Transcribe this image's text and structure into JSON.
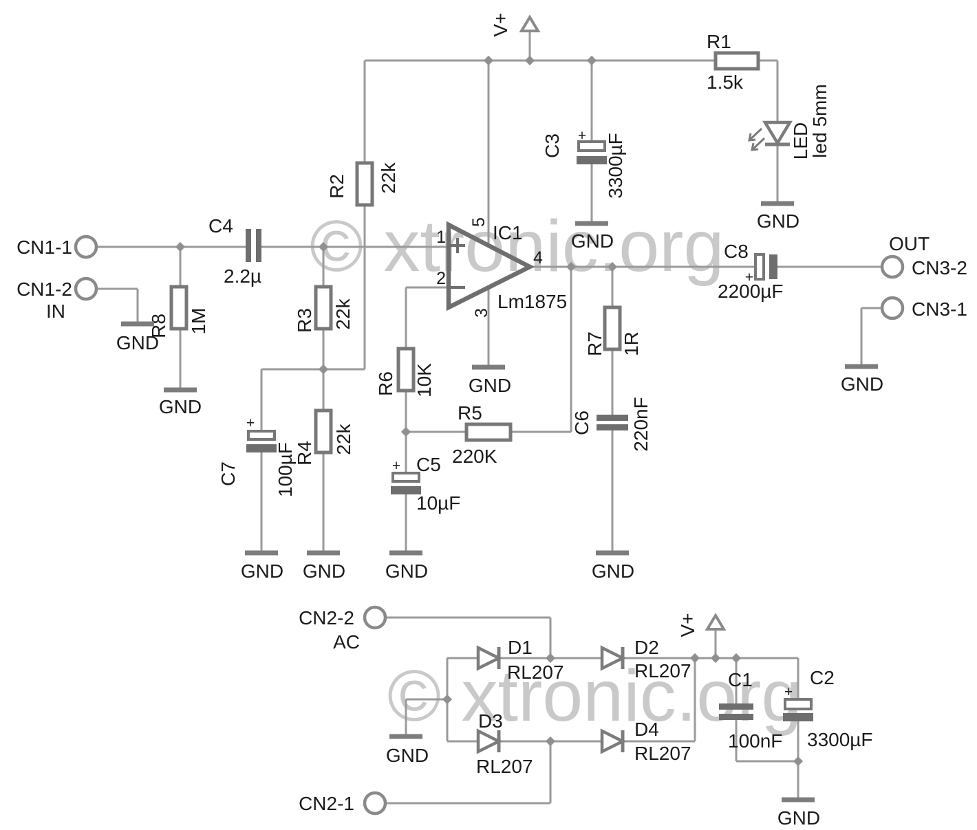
{
  "watermark": "© xtronic.org",
  "symbols": {
    "gnd": "GND",
    "vplus": "V+",
    "plus": "+"
  },
  "ic1": {
    "ref": "IC1",
    "part": "Lm1875",
    "pin1": "1",
    "pin2": "2",
    "pin3": "3",
    "pin4": "4",
    "pin5": "5"
  },
  "resistors": {
    "R1": {
      "ref": "R1",
      "value": "1.5k"
    },
    "R2": {
      "ref": "R2",
      "value": "22k"
    },
    "R3": {
      "ref": "R3",
      "value": "22k"
    },
    "R4": {
      "ref": "R4",
      "value": "22k"
    },
    "R5": {
      "ref": "R5",
      "value": "220K"
    },
    "R6": {
      "ref": "R6",
      "value": "10K"
    },
    "R7": {
      "ref": "R7",
      "value": "1R"
    },
    "R8": {
      "ref": "R8",
      "value": "1M"
    }
  },
  "capacitors": {
    "C1": {
      "ref": "C1",
      "value": "100nF"
    },
    "C2": {
      "ref": "C2",
      "value": "3300µF"
    },
    "C3": {
      "ref": "C3",
      "value": "3300µF"
    },
    "C4": {
      "ref": "C4",
      "value": "2.2µ"
    },
    "C5": {
      "ref": "C5",
      "value": "10µF"
    },
    "C6": {
      "ref": "C6",
      "value": "220nF"
    },
    "C7": {
      "ref": "C7",
      "value": "100µF"
    },
    "C8": {
      "ref": "C8",
      "value": "2200µF"
    }
  },
  "diodes": {
    "D1": {
      "ref": "D1",
      "value": "RL207"
    },
    "D2": {
      "ref": "D2",
      "value": "RL207"
    },
    "D3": {
      "ref": "D3",
      "value": "RL207"
    },
    "D4": {
      "ref": "D4",
      "value": "RL207"
    }
  },
  "led": {
    "ref": "LED",
    "value": "led 5mm"
  },
  "connectors": {
    "cn1_1": "CN1-1",
    "cn1_2": "CN1-2",
    "in_label": "IN",
    "cn2_2": "CN2-2",
    "ac_label": "AC",
    "cn2_1": "CN2-1",
    "out_label": "OUT",
    "cn3_2": "CN3-2",
    "cn3_1": "CN3-1"
  }
}
